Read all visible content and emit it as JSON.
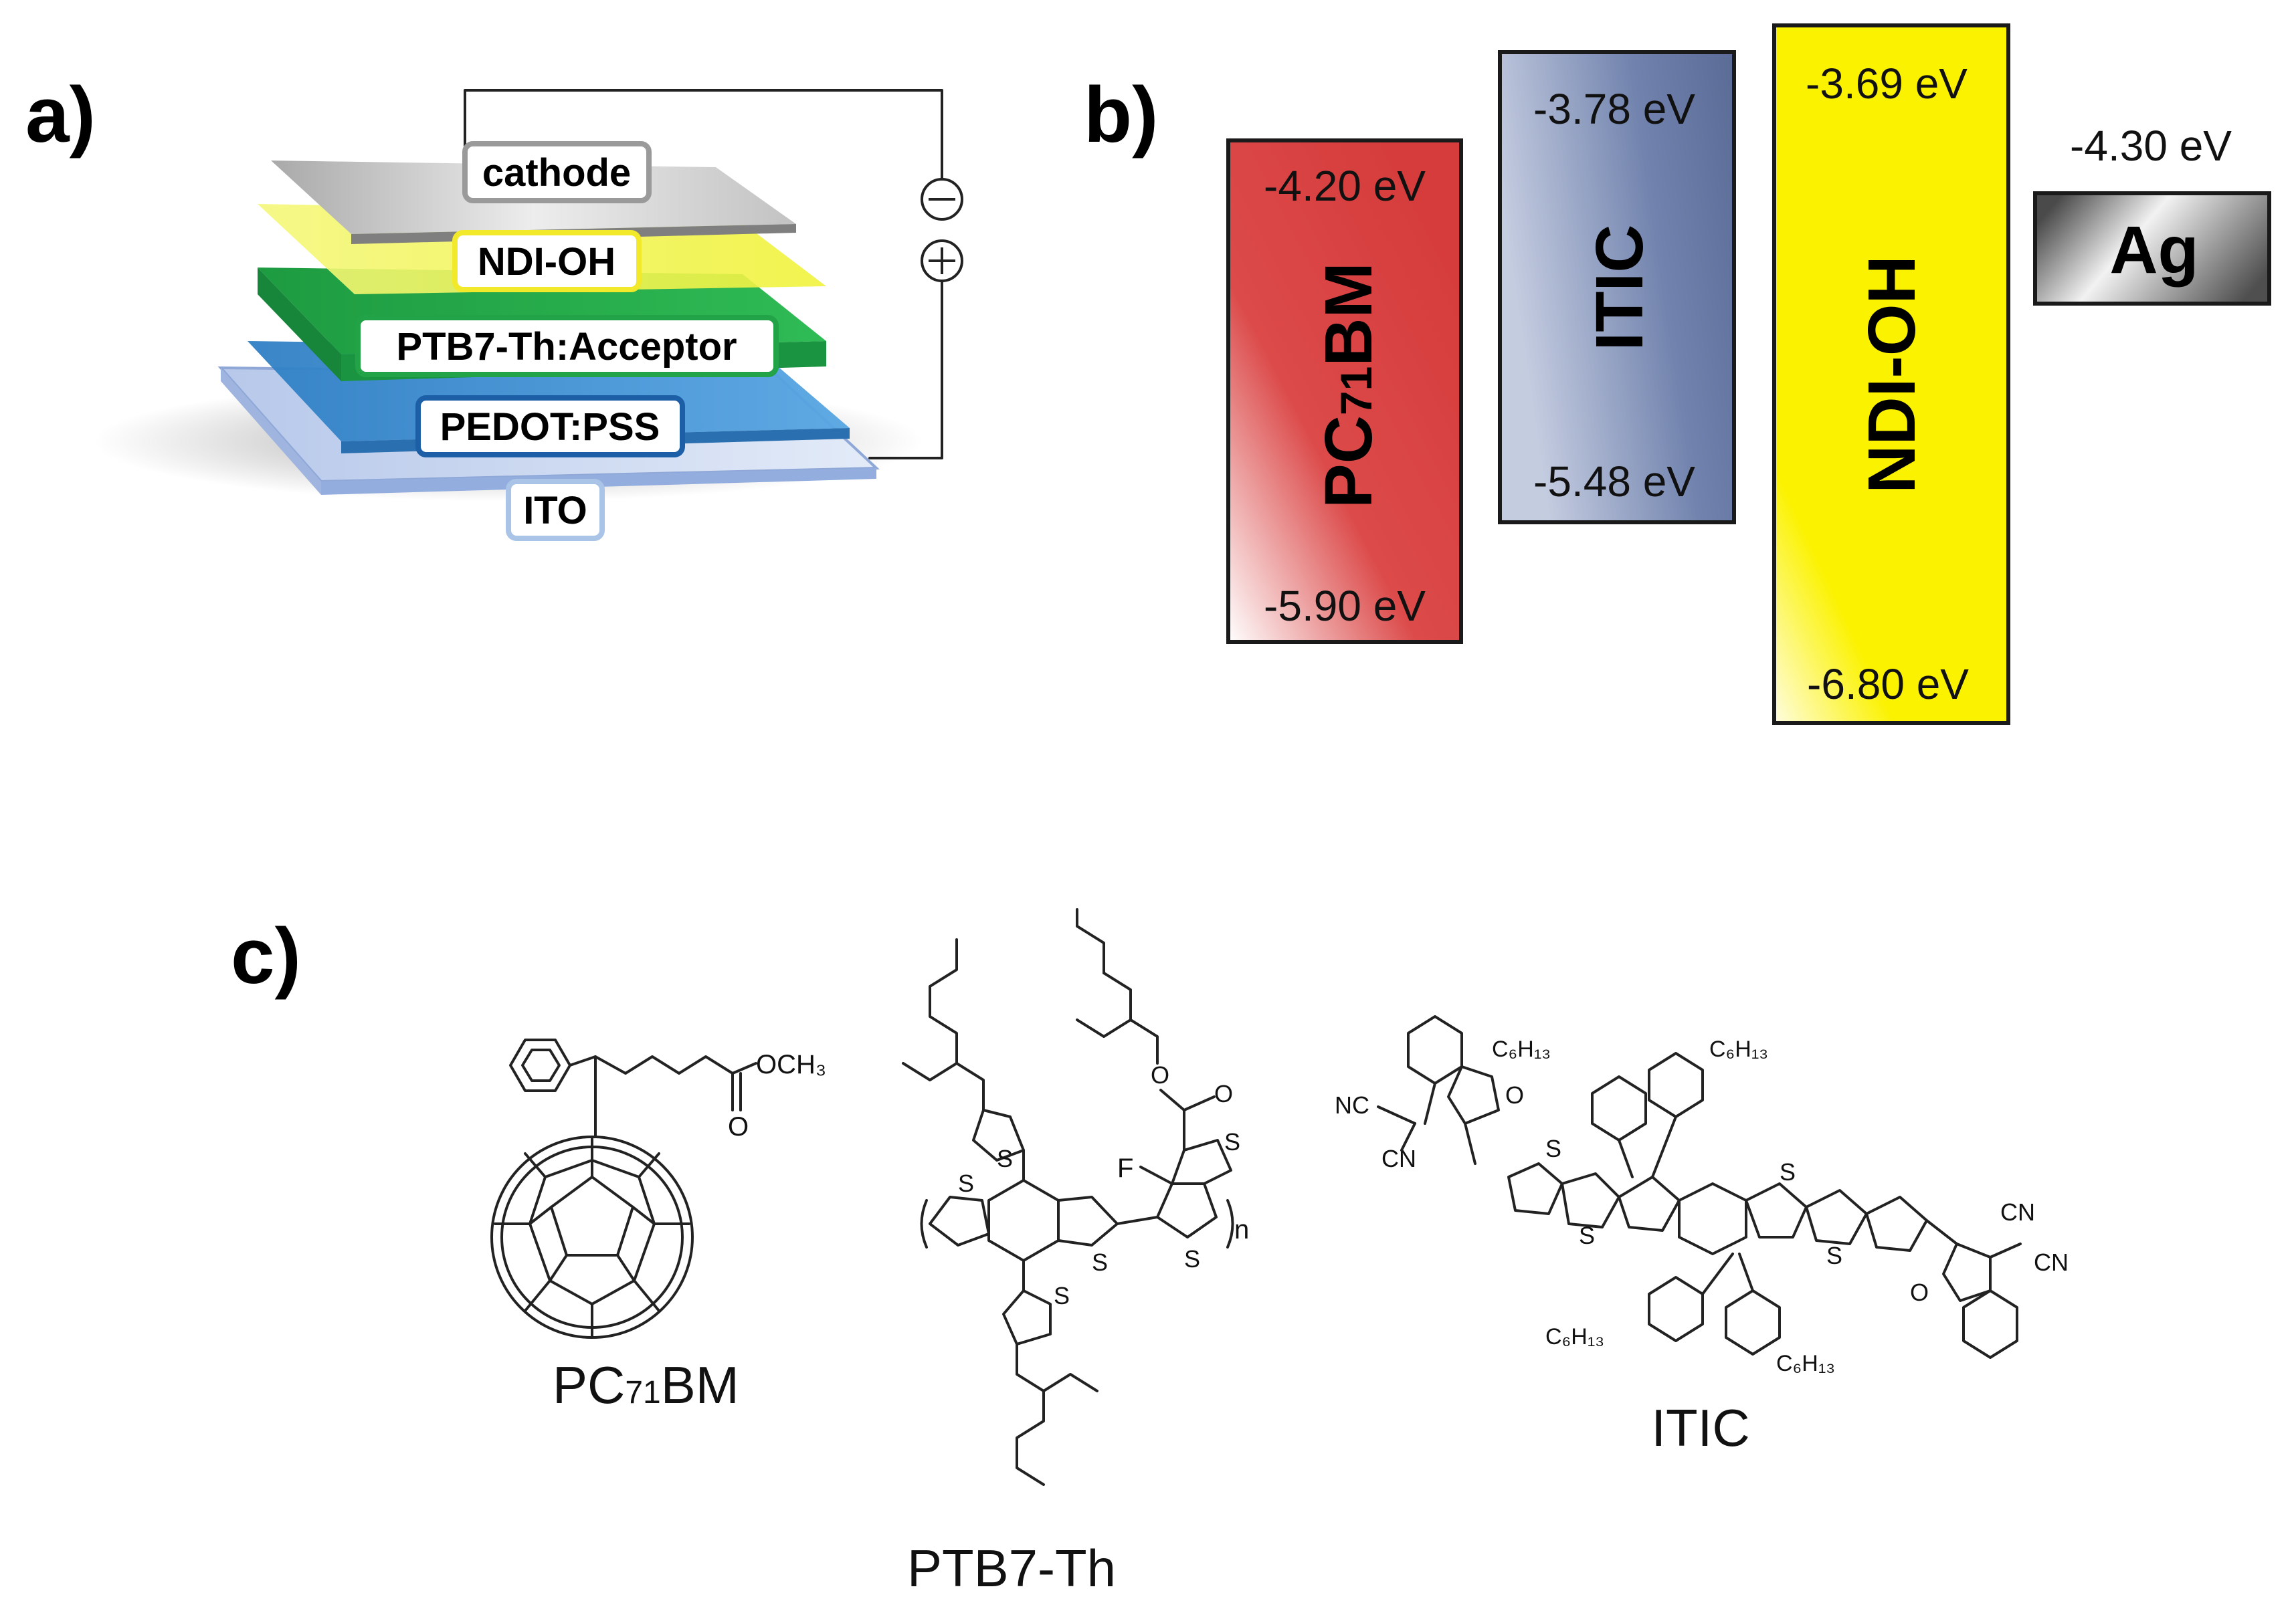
{
  "panels": {
    "a": {
      "label": "a)",
      "layers": [
        "cathode",
        "NDI-OH",
        "PTB7-Th:Acceptor",
        "PEDOT:PSS",
        "ITO"
      ],
      "colors": {
        "cathode": "#c9c9c9",
        "ndi_oh": "#e8ef4a",
        "active": "#2bb24c",
        "pedot": "#3d8fd1",
        "ito": "#c7d6f0",
        "ndi_label_border": "#f2e92b",
        "active_label_border": "#22a347",
        "pedot_label_border": "#1c5fa6",
        "ito_label_border": "#a9c4e6",
        "cathode_label_border": "#9a9a9a"
      }
    },
    "b": {
      "label": "b)",
      "materials": [
        {
          "name": "PC71BM",
          "name_main": "PC",
          "name_sub": "71",
          "name_end": "BM",
          "lumo": "-4.20 eV",
          "homo": "-5.90 eV",
          "color": "#d63c3c"
        },
        {
          "name": "ITIC",
          "lumo": "-3.78 eV",
          "homo": "-5.48 eV",
          "color": "#5d6f9a"
        },
        {
          "name": "NDI-OH",
          "lumo": "-3.69 eV",
          "homo": "-6.80 eV",
          "color": "#fbf200"
        },
        {
          "name": "Ag",
          "work_function": "-4.30 eV",
          "color": "#7d7d7d"
        }
      ]
    },
    "c": {
      "label": "c)",
      "molecules": [
        {
          "name_main": "PC",
          "name_sub": "71",
          "name_end": "BM"
        },
        {
          "name": "PTB7-Th"
        },
        {
          "name": "ITIC"
        }
      ],
      "atom_labels": {
        "och3": "OCH₃",
        "o": "O",
        "s": "S",
        "f": "F",
        "n": "n",
        "cn": "CN",
        "nc": "NC",
        "c6h13": "C₆H₁₃"
      }
    }
  }
}
